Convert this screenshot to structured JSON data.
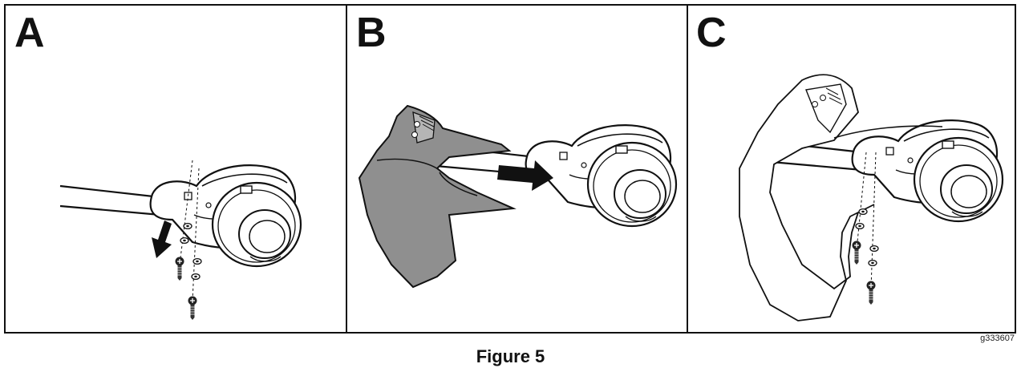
{
  "panels": [
    {
      "label": "A"
    },
    {
      "label": "B"
    },
    {
      "label": "C"
    }
  ],
  "figure_code": "g333607",
  "caption": "Figure 5",
  "colors": {
    "line": "#111111",
    "guard_fill": "#8f8f8f",
    "background": "#ffffff"
  }
}
